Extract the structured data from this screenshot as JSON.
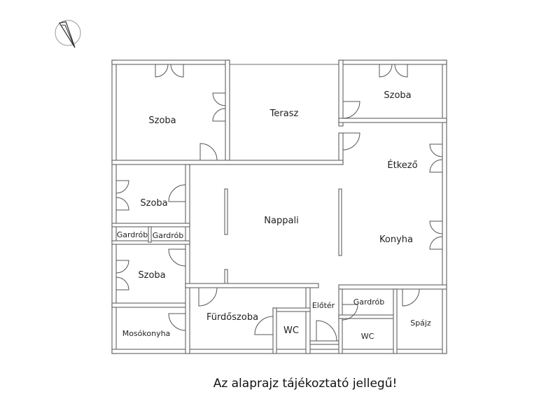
{
  "rooms": {
    "szoba_top_left": "Szoba",
    "terasz": "Terasz",
    "szoba_top_right": "Szoba",
    "etkezo": "Étkező",
    "szoba_mid_left": "Szoba",
    "gardrob_left": "Gardrób",
    "gardrob_mid": "Gardrób",
    "nappali": "Nappali",
    "konyha": "Konyha",
    "szoba_lower_left": "Szoba",
    "mosokonyha": "Mosókonyha",
    "furdoszoba": "Fürdőszoba",
    "wc_left": "WC",
    "eloter": "Előtér",
    "gardrob_right": "Gardrób",
    "wc_right": "WC",
    "spajz": "Spájz"
  },
  "compass_icon": "north-arrow-icon",
  "caption": "Az alaprajz tájékoztató jellegű!"
}
